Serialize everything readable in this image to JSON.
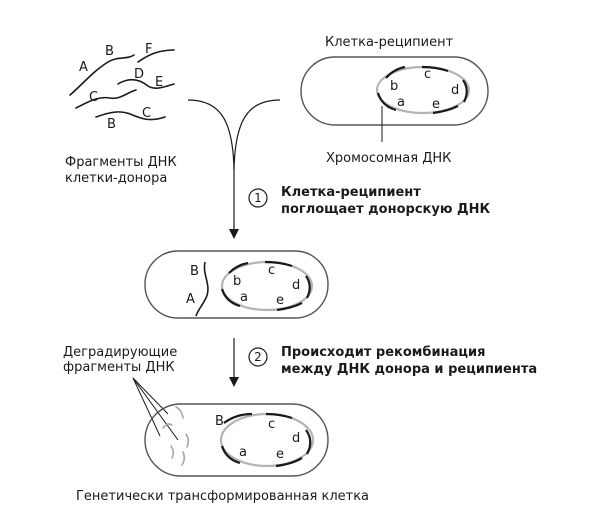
{
  "labels": {
    "recipient_cell": "Клетка-реципиент",
    "donor_fragments_line1": "Фрагменты ДНК",
    "donor_fragments_line2": "клетки-донора",
    "chromosomal_dna": "Хромосомная ДНК",
    "degrading_line1": "Деградирующие",
    "degrading_line2": "фрагменты ДНК",
    "transformed_cell": "Генетически трансформированная клетка"
  },
  "steps": [
    {
      "number": "1",
      "line1": "Клетка-реципиент",
      "line2": "поглощает донорскую ДНК"
    },
    {
      "number": "2",
      "line1": "Происходит рекомбинация",
      "line2": "между ДНК донора и реципиента"
    }
  ],
  "gene_letters": {
    "donor": [
      "A",
      "B",
      "F",
      "D",
      "E",
      "C",
      "B",
      "C"
    ],
    "chromosome": [
      "b",
      "c",
      "d",
      "a",
      "e"
    ],
    "uptake_donor": [
      "B",
      "A"
    ],
    "recombined_donor": [
      "B"
    ]
  },
  "colors": {
    "outline": "#1a1a1a",
    "cell_wall": "#555555",
    "chromosome_gray": "#b4b4b4",
    "degraded": "#a8a8a8"
  }
}
